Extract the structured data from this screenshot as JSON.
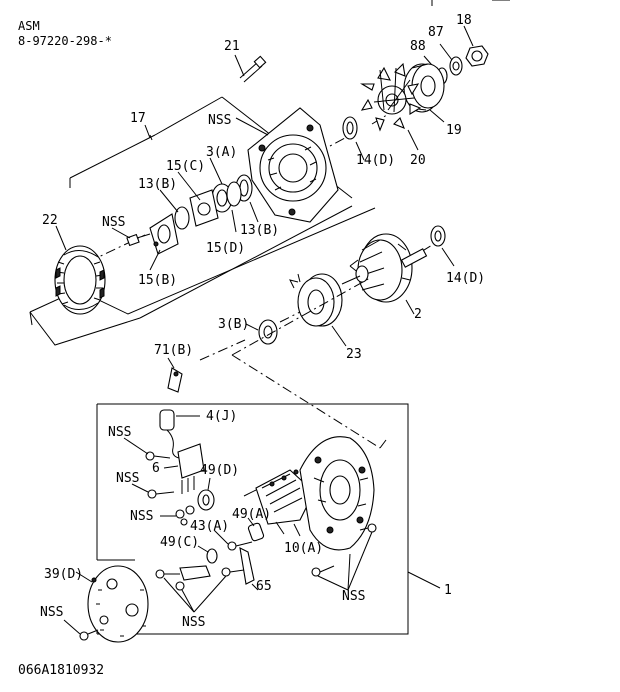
{
  "header": {
    "title": "ASM",
    "part_number": "8-97220-298-*"
  },
  "footer_code": "066A1810932",
  "callouts": {
    "c21": "21",
    "c17": "17",
    "nss_top": "NSS",
    "c3a": "3(A)",
    "c15c": "15(C)",
    "c13b_left": "13(B)",
    "nss_mid": "NSS",
    "c13b_right": "13(B)",
    "c15d": "15(D)",
    "c15b": "15(B)",
    "c22": "22",
    "c87": "87",
    "c18": "18",
    "c88": "88",
    "c19": "19",
    "c20": "20",
    "c14d_top": "14(D)",
    "c14d_right": "14(D)",
    "c2": "2",
    "c3b": "3(B)",
    "c23": "23",
    "c71b": "71(B)",
    "c4j": "4(J)",
    "nss_a": "NSS",
    "nss_b": "NSS",
    "c6": "6",
    "c49d": "49(D)",
    "nss_c": "NSS",
    "c49a": "49(A)",
    "c43a": "43(A)",
    "c49c": "49(C)",
    "c10a": "10(A)",
    "c65": "65",
    "nss_rear": "NSS",
    "nss_bottom": "NSS",
    "c1": "1",
    "c39d": "39(D)",
    "nss_pulley": "NSS"
  }
}
